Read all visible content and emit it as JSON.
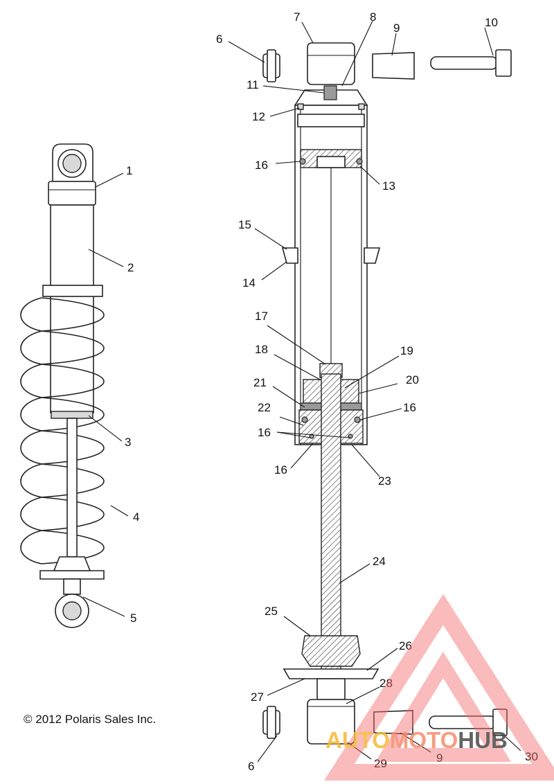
{
  "copyright": "© 2012 Polaris Sales Inc.",
  "watermark": {
    "word_part1": "AUTO",
    "word_part2": "MOTO",
    "word_part3": "HUB",
    "color_auto": "#f7b733",
    "color_moto": "#f58b6c",
    "color_hub": "#4a4a4a",
    "triangle_color": "#f26d6d"
  },
  "callouts": [
    {
      "id": "c1",
      "text": "1"
    },
    {
      "id": "c2",
      "text": "2"
    },
    {
      "id": "c3",
      "text": "3"
    },
    {
      "id": "c4",
      "text": "4"
    },
    {
      "id": "c5",
      "text": "5"
    },
    {
      "id": "c6a",
      "text": "6"
    },
    {
      "id": "c7",
      "text": "7"
    },
    {
      "id": "c8",
      "text": "8"
    },
    {
      "id": "c9a",
      "text": "9"
    },
    {
      "id": "c10",
      "text": "10"
    },
    {
      "id": "c11",
      "text": "11"
    },
    {
      "id": "c12",
      "text": "12"
    },
    {
      "id": "c13",
      "text": "13"
    },
    {
      "id": "c14",
      "text": "14"
    },
    {
      "id": "c15",
      "text": "15"
    },
    {
      "id": "c16a",
      "text": "16"
    },
    {
      "id": "c16b",
      "text": "16"
    },
    {
      "id": "c16c",
      "text": "16"
    },
    {
      "id": "c16d",
      "text": "16"
    },
    {
      "id": "c17",
      "text": "17"
    },
    {
      "id": "c18",
      "text": "18"
    },
    {
      "id": "c19",
      "text": "19"
    },
    {
      "id": "c20",
      "text": "20"
    },
    {
      "id": "c21",
      "text": "21"
    },
    {
      "id": "c22",
      "text": "22"
    },
    {
      "id": "c23",
      "text": "23"
    },
    {
      "id": "c24",
      "text": "24"
    },
    {
      "id": "c25",
      "text": "25"
    },
    {
      "id": "c26",
      "text": "26"
    },
    {
      "id": "c27",
      "text": "27"
    },
    {
      "id": "c28",
      "text": "28"
    },
    {
      "id": "c29",
      "text": "29"
    },
    {
      "id": "c6b",
      "text": "6"
    },
    {
      "id": "c9b",
      "text": "9"
    },
    {
      "id": "c30",
      "text": "30"
    }
  ]
}
